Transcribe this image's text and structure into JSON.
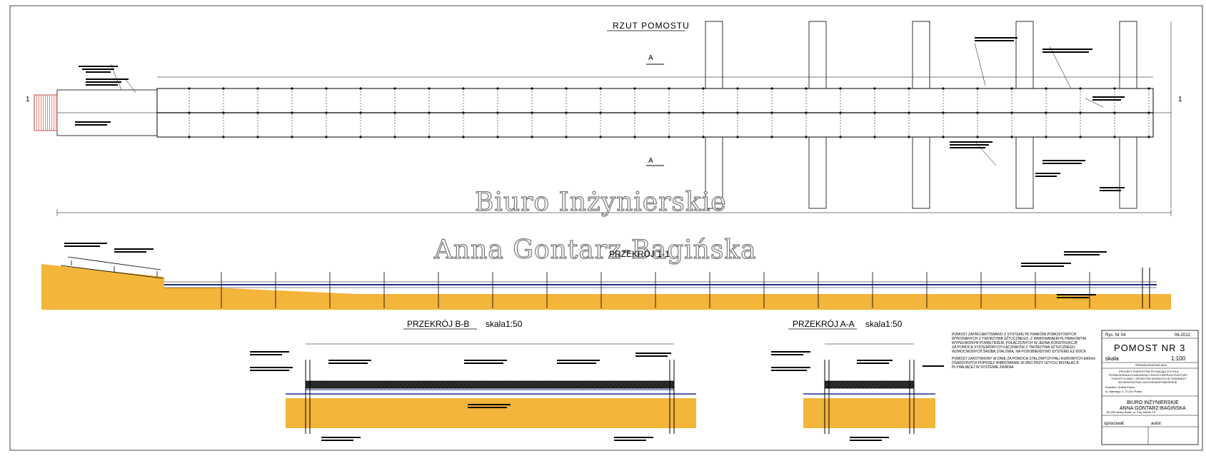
{
  "views": {
    "plan_title": "RZUT POMOSTU",
    "long_section_title": "PRZEKRÓJ 1-1",
    "section_bb_title": "PRZEKRÓJ B-B",
    "section_bb_scale": "skala1:50",
    "section_aa_title": "PRZEKRÓJ A-A",
    "section_aa_scale": "skala1:50",
    "section_marker_1": "1",
    "section_marker_a": "A"
  },
  "watermark": {
    "line1": "Biuro Inżynierskie",
    "line2": "Anna Gontarz-Bagińska"
  },
  "notes": {
    "line1": "POMOST ZAPROJEKTOWANO Z SYSTEMU PŁYWAKÓW POMOSTOWYCH",
    "line2": "WYKONANYCH Z TWORZYWA SZTUCZNEGO, Z RAMOWANIEM PŁYWAKOWYM",
    "line3": "WYPEŁNIONYM POWIETRZEM, POŁĄCZONYCH W JEDNĄ KONSTRUKCJĘ",
    "line4": "ZA POMOCĄ SYSTEMOWYCH ŁĄCZNIKÓW Z TWORZYWA SZTUCZNEGO",
    "line5": "WZMOCNIONYCH ŚRUBĄ STALOWĄ, NA PODOBIEŃSTWO SYSTEMU EZ-DOCK",
    "line6": "POMOST ZAKOTWIONY W DNIE ZA POMOCĄ STALOWYCH PALI RUROWYCH ø90mm",
    "line7": "OSADZONYCH POPRZEZ WIBROWANIE W DNO PRZY UŻYCIU INSTALACJI",
    "line8": "PŁYWAJĄCEJ W SYSTEMIE ŻWIRNA"
  },
  "title_block": {
    "drawing_no": "Rys. Nr 04",
    "date": "06-2012",
    "name": "POMOST NR 3",
    "scale_label": "skala",
    "scale_value": "1:100",
    "stage": "SPRAWA BUDOWLANA",
    "project_line1": "PROJEKT POMOSTÓW PŁYWAJĄCYCH DLA",
    "project_line2": "PODNOSZENIA KONKURENCYJNOŚCI INFRASTRUKTURY",
    "project_line3": "TURYSTYCZNEJ I SPORTÓW WODNYCH W TRZEBIEŻY",
    "project_line4": "WOJEWÓDZTWO ZACHODNIOPOMORSKIE",
    "project_line5": "Inwestor: Gmina Police",
    "project_line6": "ul. Batorego 3, 72-010 Police",
    "office_line1": "BIURO INŻYNIERSKIE",
    "office_line2": "ANNA GONTARZ-BAGIŃSKA",
    "office_line3": "80-299 Nowy Świat, ul. Kolj Jelenie 13",
    "prepared_label": "opracował:",
    "author_label": "autor:"
  },
  "colors": {
    "soil": "#f3b53a",
    "water": "#1a2c8a",
    "shore": "#c0392b",
    "frame": "#444444"
  }
}
